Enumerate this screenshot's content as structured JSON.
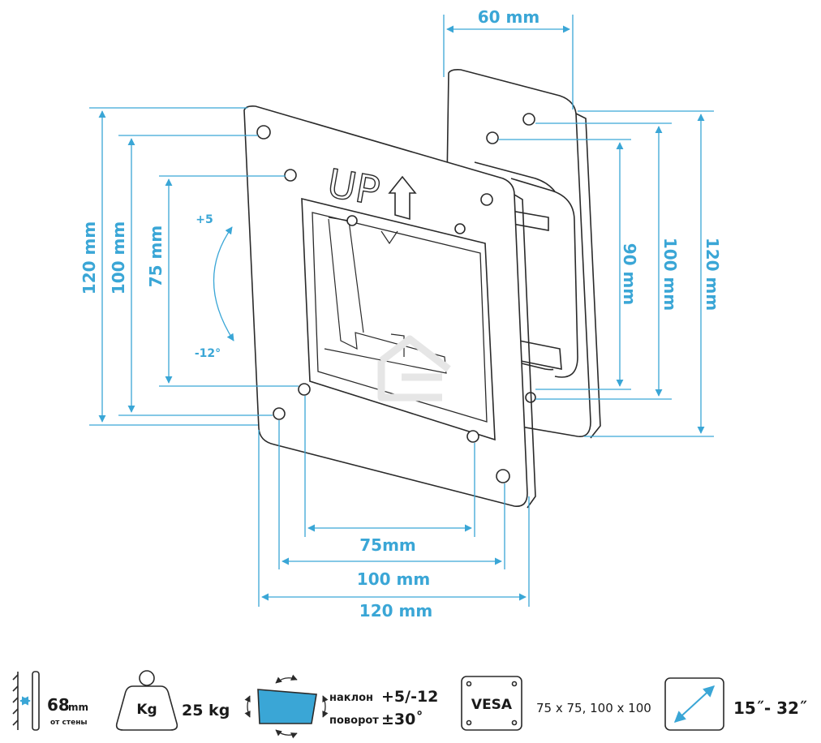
{
  "colors": {
    "accent": "#3aa6d6",
    "plate_stroke": "#2a2a2a",
    "icon_stroke": "#2a2a2a",
    "screen_fill": "#3aa6d6",
    "watermark": "#e6e6e6"
  },
  "plate_text": "UP",
  "dimensions": {
    "top_width": "60 mm",
    "left_outer": "120 mm",
    "left_middle": "100 mm",
    "left_inner": "75 mm",
    "right_inner": "90 mm",
    "right_middle": "100 mm",
    "right_outer": "120 mm",
    "bottom_inner": "75mm",
    "bottom_middle": "100 mm",
    "bottom_outer": "120 mm"
  },
  "tilt": {
    "up": "+5",
    "down": "-12°"
  },
  "specs": {
    "wall_distance_value": "68",
    "wall_distance_unit": "mm",
    "wall_distance_note": "от стены",
    "load_icon_label": "Kg",
    "load_value": "25 kg",
    "tilt_label": "наклон",
    "tilt_value": "+5/-12",
    "swivel_label": "поворот",
    "swivel_value": "±30˚",
    "vesa_icon_label": "VESA",
    "vesa_value": "75 x 75, 100 x 100",
    "screen_size_value": "15˝- 32˝"
  },
  "icons": {
    "wall": "wall-depth-icon",
    "weight": "weight-icon",
    "tilt_swivel": "tilt-swivel-icon",
    "vesa": "vesa-icon",
    "diagonal": "diagonal-size-icon"
  }
}
